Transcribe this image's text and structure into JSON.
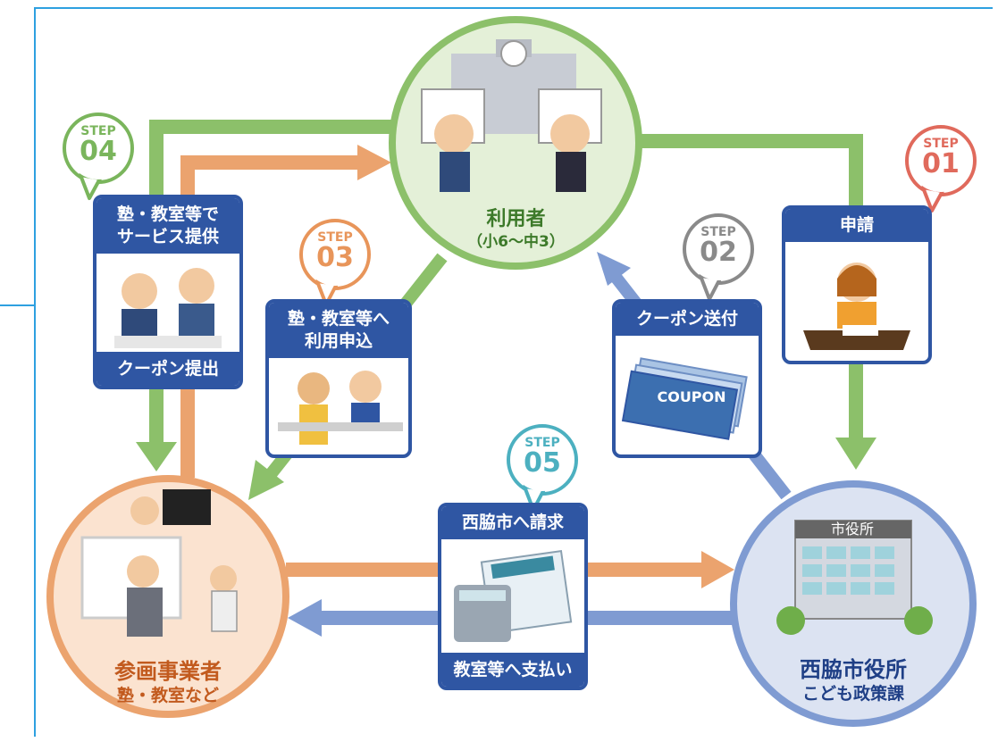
{
  "steps": {
    "s1": {
      "step": "STEP",
      "num": "01",
      "color": "#e06a5c"
    },
    "s2": {
      "step": "STEP",
      "num": "02",
      "color": "#8a8a8a"
    },
    "s3": {
      "step": "STEP",
      "num": "03",
      "color": "#e8955a"
    },
    "s4": {
      "step": "STEP",
      "num": "04",
      "color": "#7ab55c"
    },
    "s5": {
      "step": "STEP",
      "num": "05",
      "color": "#4cb0c0"
    }
  },
  "nodes": {
    "user": {
      "title": "利用者",
      "sub": "（小6～中3）"
    },
    "provider": {
      "title": "参画事業者",
      "sub": "塾・教室など"
    },
    "city": {
      "title": "西脇市役所",
      "sub": "こども政策課",
      "building_sign": "市役所"
    }
  },
  "cards": {
    "service": {
      "header": "塾・教室等で\nサービス提供",
      "footer": "クーポン提出"
    },
    "apply_school": {
      "header": "塾・教室等へ\n利用申込"
    },
    "coupon": {
      "header": "クーポン送付",
      "coupon_text": "COUPON"
    },
    "apply": {
      "header": "申請"
    },
    "invoice": {
      "header": "西脇市へ請求",
      "footer": "教室等へ支払い"
    }
  },
  "colors": {
    "green": "#8cc06a",
    "orange": "#eba36e",
    "blue": "#7f9bd2",
    "navy": "#2f56a3"
  }
}
